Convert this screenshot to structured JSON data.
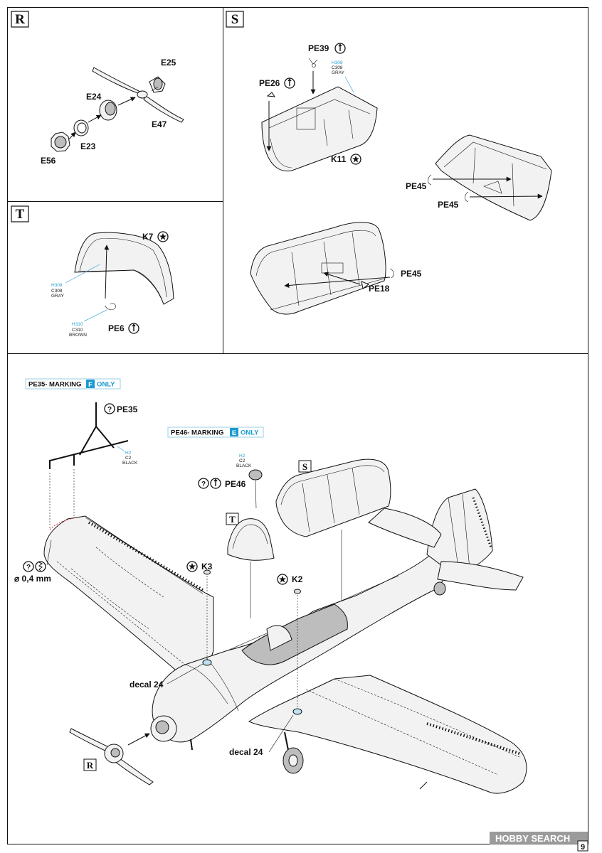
{
  "sections": {
    "R": {
      "letter": "R",
      "parts": {
        "E25": "E25",
        "E24": "E24",
        "E47": "E47",
        "E23": "E23",
        "E56": "E56"
      }
    },
    "S": {
      "letter": "S",
      "parts": {
        "PE39": "PE39",
        "PE26": "PE26",
        "K11": "K11",
        "PE45a": "PE45",
        "PE45b": "PE45",
        "PE45c": "PE45",
        "PE18": "PE18"
      },
      "paint": {
        "h": "H308",
        "c": "C308",
        "name": "GRAY"
      }
    },
    "T": {
      "letter": "T",
      "parts": {
        "K7": "K7",
        "PE6": "PE6"
      },
      "paint_gray": {
        "h": "H308",
        "c": "C308",
        "name": "GRAY"
      },
      "paint_brown": {
        "h": "H310",
        "c": "C310",
        "name": "BROWN"
      }
    }
  },
  "main": {
    "note_pe35": {
      "prefix": "PE35- MARKING",
      "badge": "F",
      "suffix": "ONLY"
    },
    "note_pe46": {
      "prefix": "PE46- MARKING",
      "badge": "E",
      "suffix": "ONLY"
    },
    "pe35": "PE35",
    "pe35_paint": {
      "h": "H2",
      "c": "C2",
      "name": "BLACK"
    },
    "pe46": "PE46",
    "pe46_paint": {
      "h": "H2",
      "c": "C2",
      "name": "BLACK"
    },
    "drill": "⌀ 0,4 mm",
    "k3": "K3",
    "k2": "K2",
    "decal_left": "decal 24",
    "decal_right": "decal 24",
    "ref_s": "S",
    "ref_t": "T",
    "ref_r": "R"
  },
  "footer": {
    "watermark": "HOBBY SEARCH",
    "page": "9"
  }
}
